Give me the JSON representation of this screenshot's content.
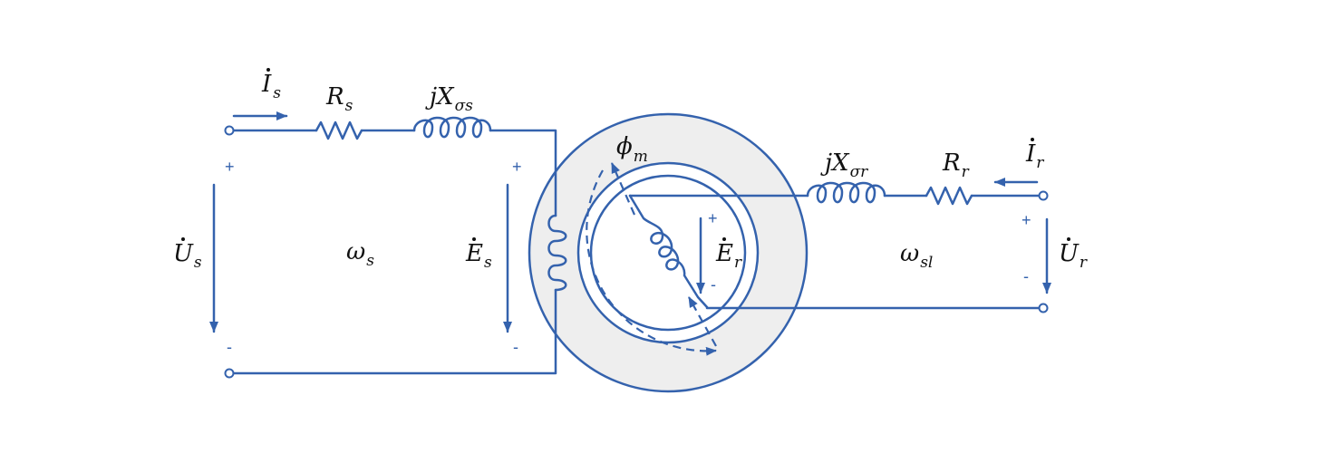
{
  "colors": {
    "line": "#3462ad",
    "airgap_fill": "#eeeeee",
    "text": "#111111"
  },
  "stator": {
    "current": {
      "main": "I",
      "sub": "s"
    },
    "resistance": {
      "main": "R",
      "sub": "s"
    },
    "reactance": {
      "main": "jX",
      "sub": "σs"
    },
    "voltage": {
      "main": "U",
      "sub": "s"
    },
    "frequency": {
      "main": "ω",
      "sub": "s"
    },
    "emf": {
      "main": "E",
      "sub": "s"
    },
    "plus_left": "+",
    "minus_left": "-",
    "plus_emf": "+",
    "minus_emf": "-"
  },
  "flux": {
    "main": "ϕ",
    "sub": "m"
  },
  "rotor": {
    "emf": {
      "main": "E",
      "sub": "r"
    },
    "reactance": {
      "main": "jX",
      "sub": "σr"
    },
    "resistance": {
      "main": "R",
      "sub": "r"
    },
    "current": {
      "main": "I",
      "sub": "r"
    },
    "voltage": {
      "main": "U",
      "sub": "r"
    },
    "frequency": {
      "main": "ω",
      "sub": "sl"
    },
    "plus_emf": "+",
    "minus_emf": "-",
    "plus_right": "+",
    "minus_right": "-"
  }
}
